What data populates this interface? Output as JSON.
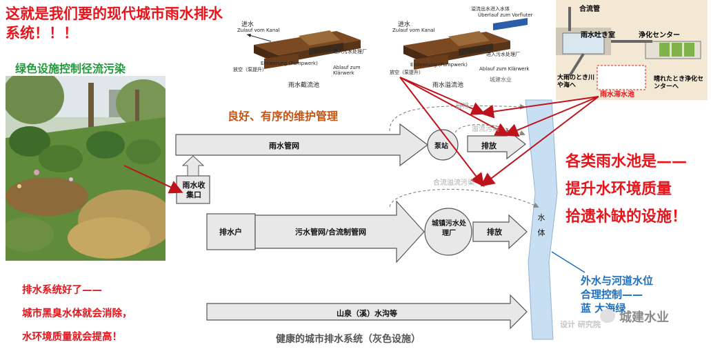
{
  "title": "这就是我们要的现代城市雨水排水系统！！！",
  "green_caption": "绿色设施控制径流污染",
  "maintenance": "良好、有序的维护管理",
  "left_notes": [
    "排水系统好了——",
    "城市黑臭水体就会消除，",
    "水环境质量就会提高！"
  ],
  "right_notes": [
    "各类雨水池是——",
    "提升水环境质量",
    "拾遗补缺的设施！"
  ],
  "blue_notes": [
    "外水与河道水位",
    "合理控制——",
    "蓝   大海绿"
  ],
  "bottom_title": "健康的城市排水系统（灰色设施）",
  "diagram": {
    "stormwater_network": "雨水管网",
    "pump_station": "泵站",
    "discharge_top": "排放",
    "collection_port": "雨水收集口",
    "drainage_household": "排水户",
    "sewage_network": "污水管网/合流制管网",
    "wwtp": "城镇污水处理厂",
    "discharge_mid": "排放",
    "mountain_springs": "山泉（溪）水沟等",
    "water_body": "水体",
    "direct_discharge": "直排",
    "overflow_pollution": "溢流污染",
    "combined_overflow": "合流溢流污染"
  },
  "tank_diagram_1": {
    "caption": "雨水截流池",
    "label_inlet": "进水",
    "label_zulauf": "Zulauf vom Kanal",
    "label_to_plant": "进入污水处理厂",
    "label_entleerung": "Entleerung (Pumpwerk)",
    "label_ablauf": "Ablauf zum Klärwerk",
    "label_empty": "放空（泵提升）"
  },
  "tank_diagram_2": {
    "caption": "雨水溢流池",
    "label_overflow_top": "溢流出水进入水体",
    "label_ueberlauf": "Überlauf zum Vorfluter",
    "label_inlet": "进水",
    "label_zulauf": "Zulauf vom Kanal",
    "label_to_plant": "进入污水处理厂",
    "label_entleerung": "Entleerung (Pumpwerk)",
    "label_ablauf": "Ablauf zum Klärwerk",
    "label_empty": "放空（泵提升）",
    "watermark": "城建水业"
  },
  "japan_diagram": {
    "pipe": "合流管",
    "chamber": "雨水吐き室",
    "center": "浄化センター",
    "heavy_rain": "大雨のとき川や海へ",
    "tank": "雨水滞水池",
    "clear_day": "晴れたとき浄化センターへ"
  },
  "watermark": {
    "logo_text": "城建水业",
    "faint_text": "设计 研究院"
  },
  "colors": {
    "red": "#e8141b",
    "green": "#1f9a3a",
    "orange": "#c8520f",
    "blue": "#1f6fc0",
    "water": "#c8def2",
    "arrow_fill": "#e8e8e8"
  }
}
